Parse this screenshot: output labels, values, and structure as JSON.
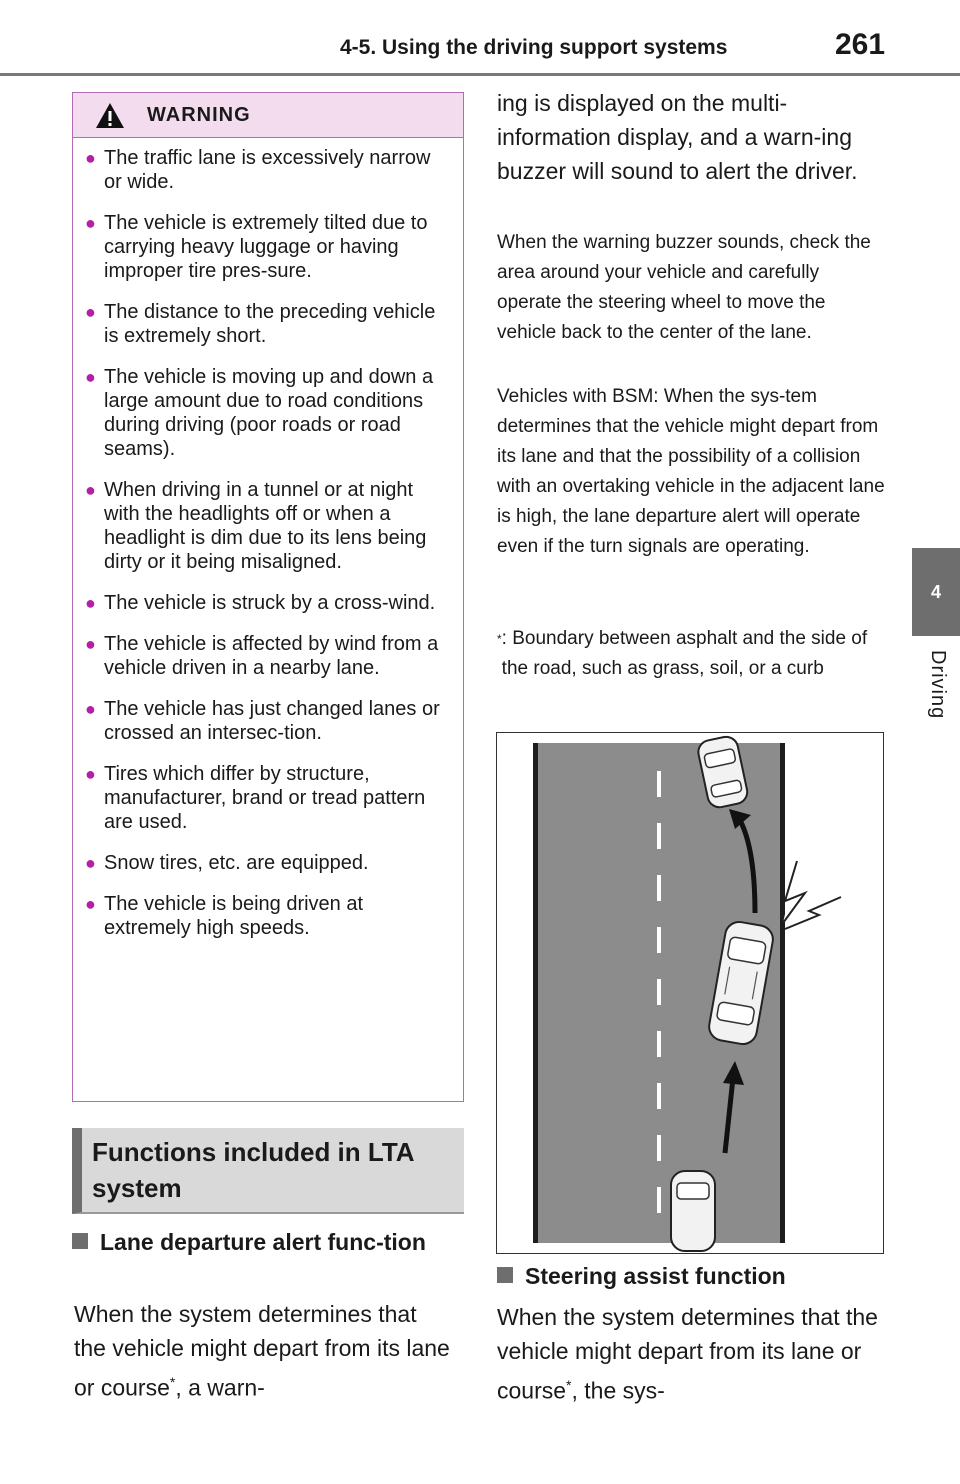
{
  "header": {
    "section_title": "4-5. Using the driving support systems",
    "page_number": "261"
  },
  "side_tab": {
    "chapter_number": "4",
    "chapter_name": "Driving"
  },
  "warning": {
    "title": "WARNING",
    "items": [
      "The traffic lane is excessively narrow or wide.",
      "The vehicle is extremely tilted due to carrying heavy luggage or having improper tire pres-sure.",
      "The distance to the preceding vehicle is extremely short.",
      "The vehicle is moving up and down a large amount due to road conditions during driving (poor roads or road seams).",
      "When driving in a tunnel or at night with the headlights off or when a headlight is dim due to its lens being dirty or it being misaligned.",
      "The vehicle is struck by a cross-wind.",
      "The vehicle is affected by wind from a vehicle driven in a nearby lane.",
      "The vehicle has just changed lanes or crossed an intersec-tion.",
      "Tires which differ by structure, manufacturer, brand or tread pattern are used.",
      "Snow tires, etc. are equipped.",
      "The vehicle is being driven at extremely high speeds."
    ]
  },
  "functions_heading": "Functions included in LTA system",
  "lane_departure": {
    "heading": "Lane departure alert func-tion",
    "text_before": "When the system determines that the vehicle might depart from its lane or course",
    "asterisk": "*",
    "text_after": ", a warn-"
  },
  "right_column": {
    "continuation": "ing is displayed on the multi-information display, and a warn-ing buzzer will sound to alert the driver.",
    "note1": "When the warning buzzer sounds, check the area around your vehicle and carefully operate the steering wheel to move the vehicle back to the center of the lane.",
    "note2": "Vehicles with BSM: When the sys-tem determines that the vehicle might depart from its lane and that the possibility of a collision with an overtaking vehicle in the adjacent lane is high, the lane departure alert will operate even if the turn signals are operating.",
    "footnote_mark": "*",
    "footnote": ": Boundary between asphalt and the side of the road, such as grass, soil, or a curb"
  },
  "steering_assist": {
    "heading": "Steering assist function",
    "text_before": "When the system determines that the vehicle might depart from its lane or course",
    "asterisk": "*",
    "text_after": ", the sys-"
  },
  "colors": {
    "warning_border": "#b46ab6",
    "warning_fill": "#f4dcef",
    "bullet": "#b51fa7",
    "tab_gray": "#6e6e6e",
    "road": "#8c8c8c"
  }
}
